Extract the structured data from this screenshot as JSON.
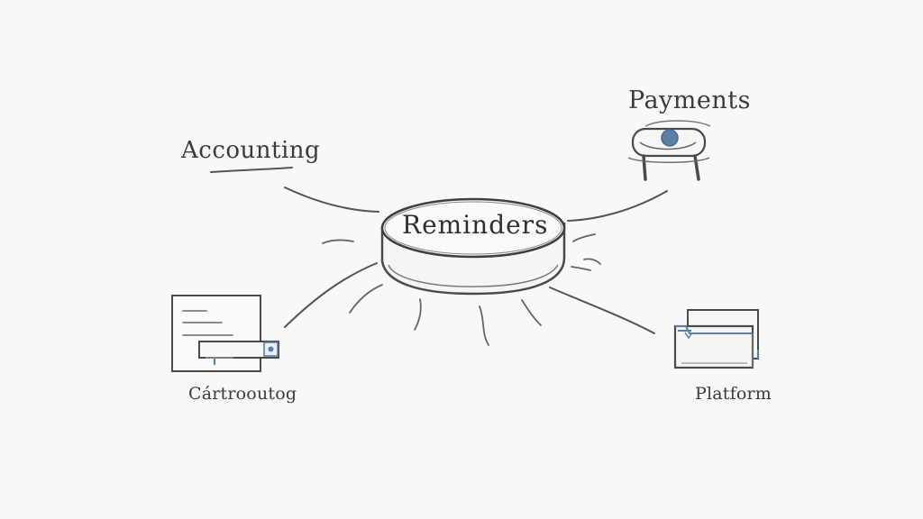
{
  "diagram": {
    "hub": {
      "label": "Reminders"
    },
    "nodes": {
      "accounting": {
        "label": "Accounting"
      },
      "payments": {
        "label": "Payments"
      },
      "cartrooutog": {
        "label": "Cártrooutog"
      },
      "platform": {
        "label": "Platform"
      }
    }
  },
  "colors": {
    "background": "#f8f8f6",
    "pencil": "#4b4b4b",
    "accent_blue": "#5a7fa8"
  },
  "icons": {
    "accounting": "underline-stroke",
    "payments": "couch-with-blue-dot-icon",
    "cartrooutog": "document-with-card-icon",
    "platform": "folder-stack-icon"
  }
}
